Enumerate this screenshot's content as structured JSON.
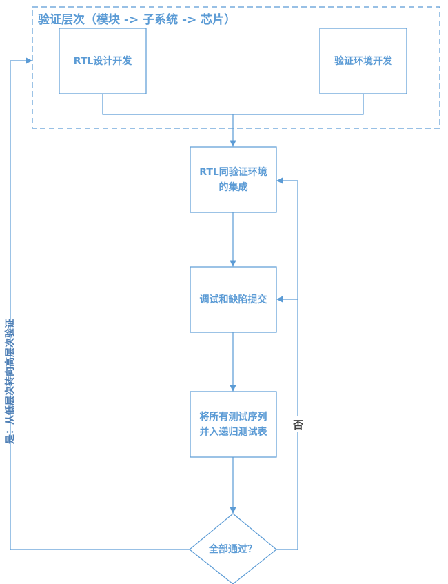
{
  "container": {
    "title": "验证层次（模块 -> 子系统 -> 芯片）"
  },
  "nodes": {
    "rtl_design": "RTL设计开发",
    "env_dev": "验证环境开发",
    "integration": "RTL同验证环境的集成",
    "debug": "调试和缺陷提交",
    "regression": "将所有测试序列并入递归测试表",
    "decision": "全部通过？"
  },
  "edges": {
    "yes_label": "是：从低层次转向高层次验证",
    "no_label": "否"
  },
  "colors": {
    "stroke": "#5b9bd5",
    "text": "#5b9bd5"
  }
}
